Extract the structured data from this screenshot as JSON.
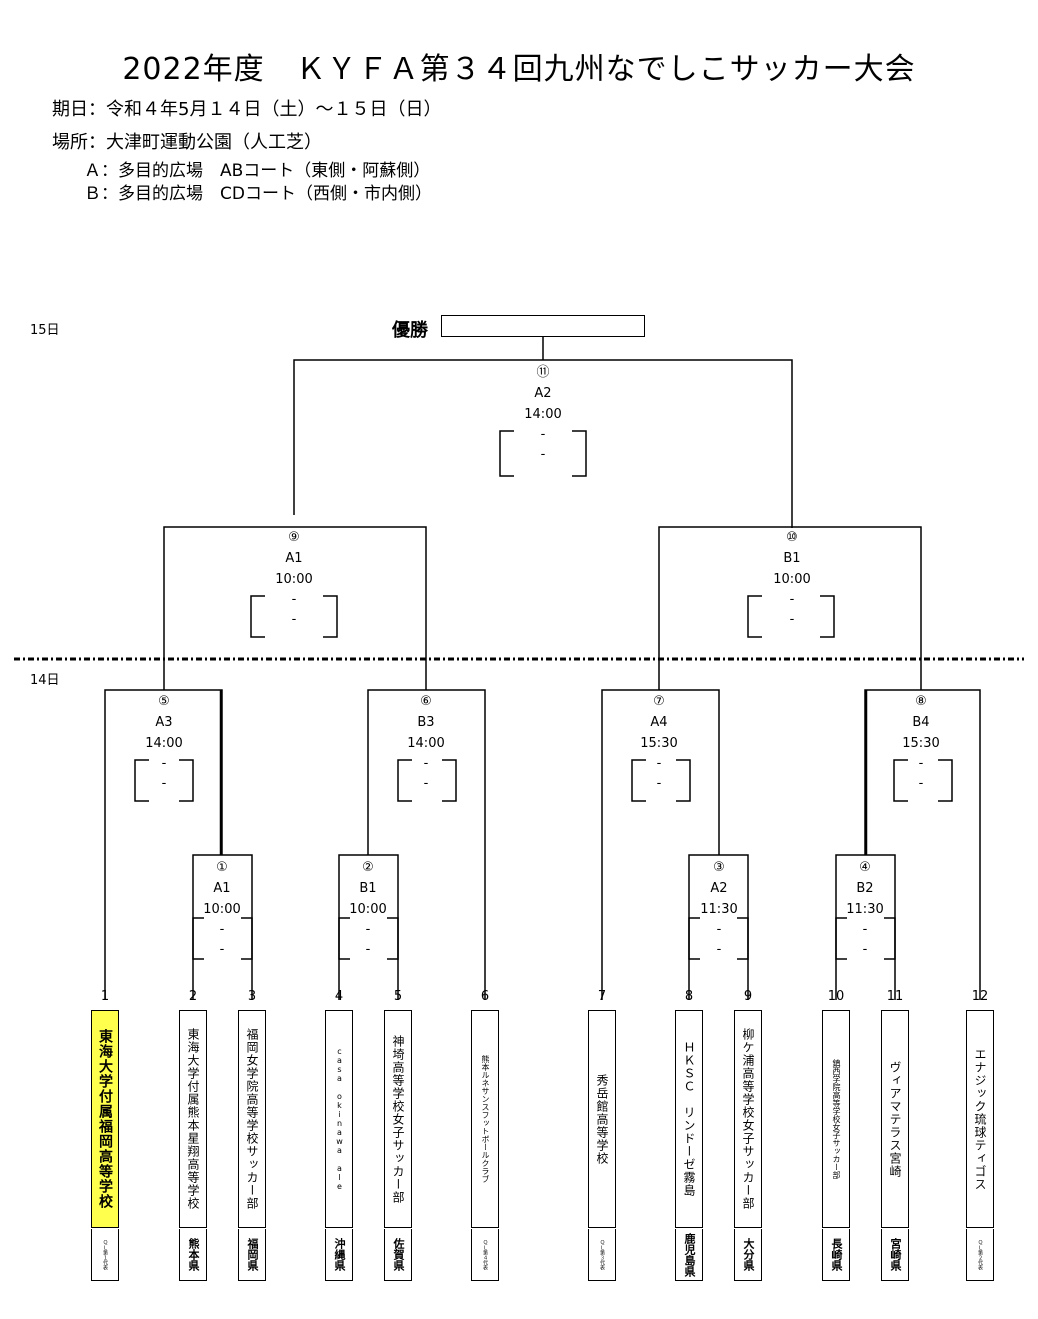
{
  "title": "2022年度　ＫＹＦＡ第３４回九州なでしこサッカー大会",
  "date_line": "期日：令和４年5月１４日（土）～１５日（日）",
  "venue_line": "場所：大津町運動公園（人工芝）",
  "venue_a": "Ａ：多目的広場　ABコート（東側・阿蘇側）",
  "venue_b": "Ｂ：多目的広場　CDコート（西側・市内側）",
  "day2_label": "15日",
  "day1_label": "14日",
  "champion_label": "優勝",
  "champion_value": "",
  "matches": [
    {
      "no": "①",
      "court": "A1",
      "time": "10:00",
      "score_top": "-",
      "score_bottom": "-"
    },
    {
      "no": "②",
      "court": "B1",
      "time": "10:00",
      "score_top": "-",
      "score_bottom": "-"
    },
    {
      "no": "③",
      "court": "A2",
      "time": "11:30",
      "score_top": "-",
      "score_bottom": "-"
    },
    {
      "no": "④",
      "court": "B2",
      "time": "11:30",
      "score_top": "-",
      "score_bottom": "-"
    },
    {
      "no": "⑤",
      "court": "A3",
      "time": "14:00",
      "score_top": "-",
      "score_bottom": "-"
    },
    {
      "no": "⑥",
      "court": "B3",
      "time": "14:00",
      "score_top": "-",
      "score_bottom": "-"
    },
    {
      "no": "⑦",
      "court": "A4",
      "time": "15:30",
      "score_top": "-",
      "score_bottom": "-"
    },
    {
      "no": "⑧",
      "court": "B4",
      "time": "15:30",
      "score_top": "-",
      "score_bottom": "-"
    },
    {
      "no": "⑨",
      "court": "A1",
      "time": "10:00",
      "score_top": "-",
      "score_bottom": "-"
    },
    {
      "no": "⑩",
      "court": "B1",
      "time": "10:00",
      "score_top": "-",
      "score_bottom": "-"
    },
    {
      "no": "⑪",
      "court": "A2",
      "time": "14:00",
      "score_top": "-",
      "score_bottom": "-"
    }
  ],
  "teams": [
    {
      "seed": "1",
      "name": "東海大学付属福岡高等学校",
      "pref": "ＱＬ第１代表",
      "highlight": true
    },
    {
      "seed": "2",
      "name": "東海大学付属熊本星翔高等学校",
      "pref": "熊本県"
    },
    {
      "seed": "3",
      "name": "福岡女学院高等学校サッカー部",
      "pref": "福岡県"
    },
    {
      "seed": "4",
      "name": "casa okinawa ale",
      "pref": "沖縄県"
    },
    {
      "seed": "5",
      "name": "神埼高等学校女子サッカー部",
      "pref": "佐賀県"
    },
    {
      "seed": "6",
      "name": "熊本ルネサンスフットボールクラブ",
      "pref": "ＱＬ第４代表"
    },
    {
      "seed": "7",
      "name": "秀岳館高等学校",
      "pref": "ＱＬ第３代表"
    },
    {
      "seed": "8",
      "name": "ＨＫＳＣ　リンドーゼ霧島",
      "pref": "鹿児島県"
    },
    {
      "seed": "9",
      "name": "柳ケ浦高等学校女子サッカー部",
      "pref": "大分県"
    },
    {
      "seed": "10",
      "name": "鎮西学院高等学校女子サッカー部",
      "pref": "長崎県"
    },
    {
      "seed": "11",
      "name": "ヴィアマテラス宮崎",
      "pref": "宮崎県"
    },
    {
      "seed": "12",
      "name": "エナジック琉球ティゴス",
      "pref": "ＱＬ第２代表"
    }
  ]
}
